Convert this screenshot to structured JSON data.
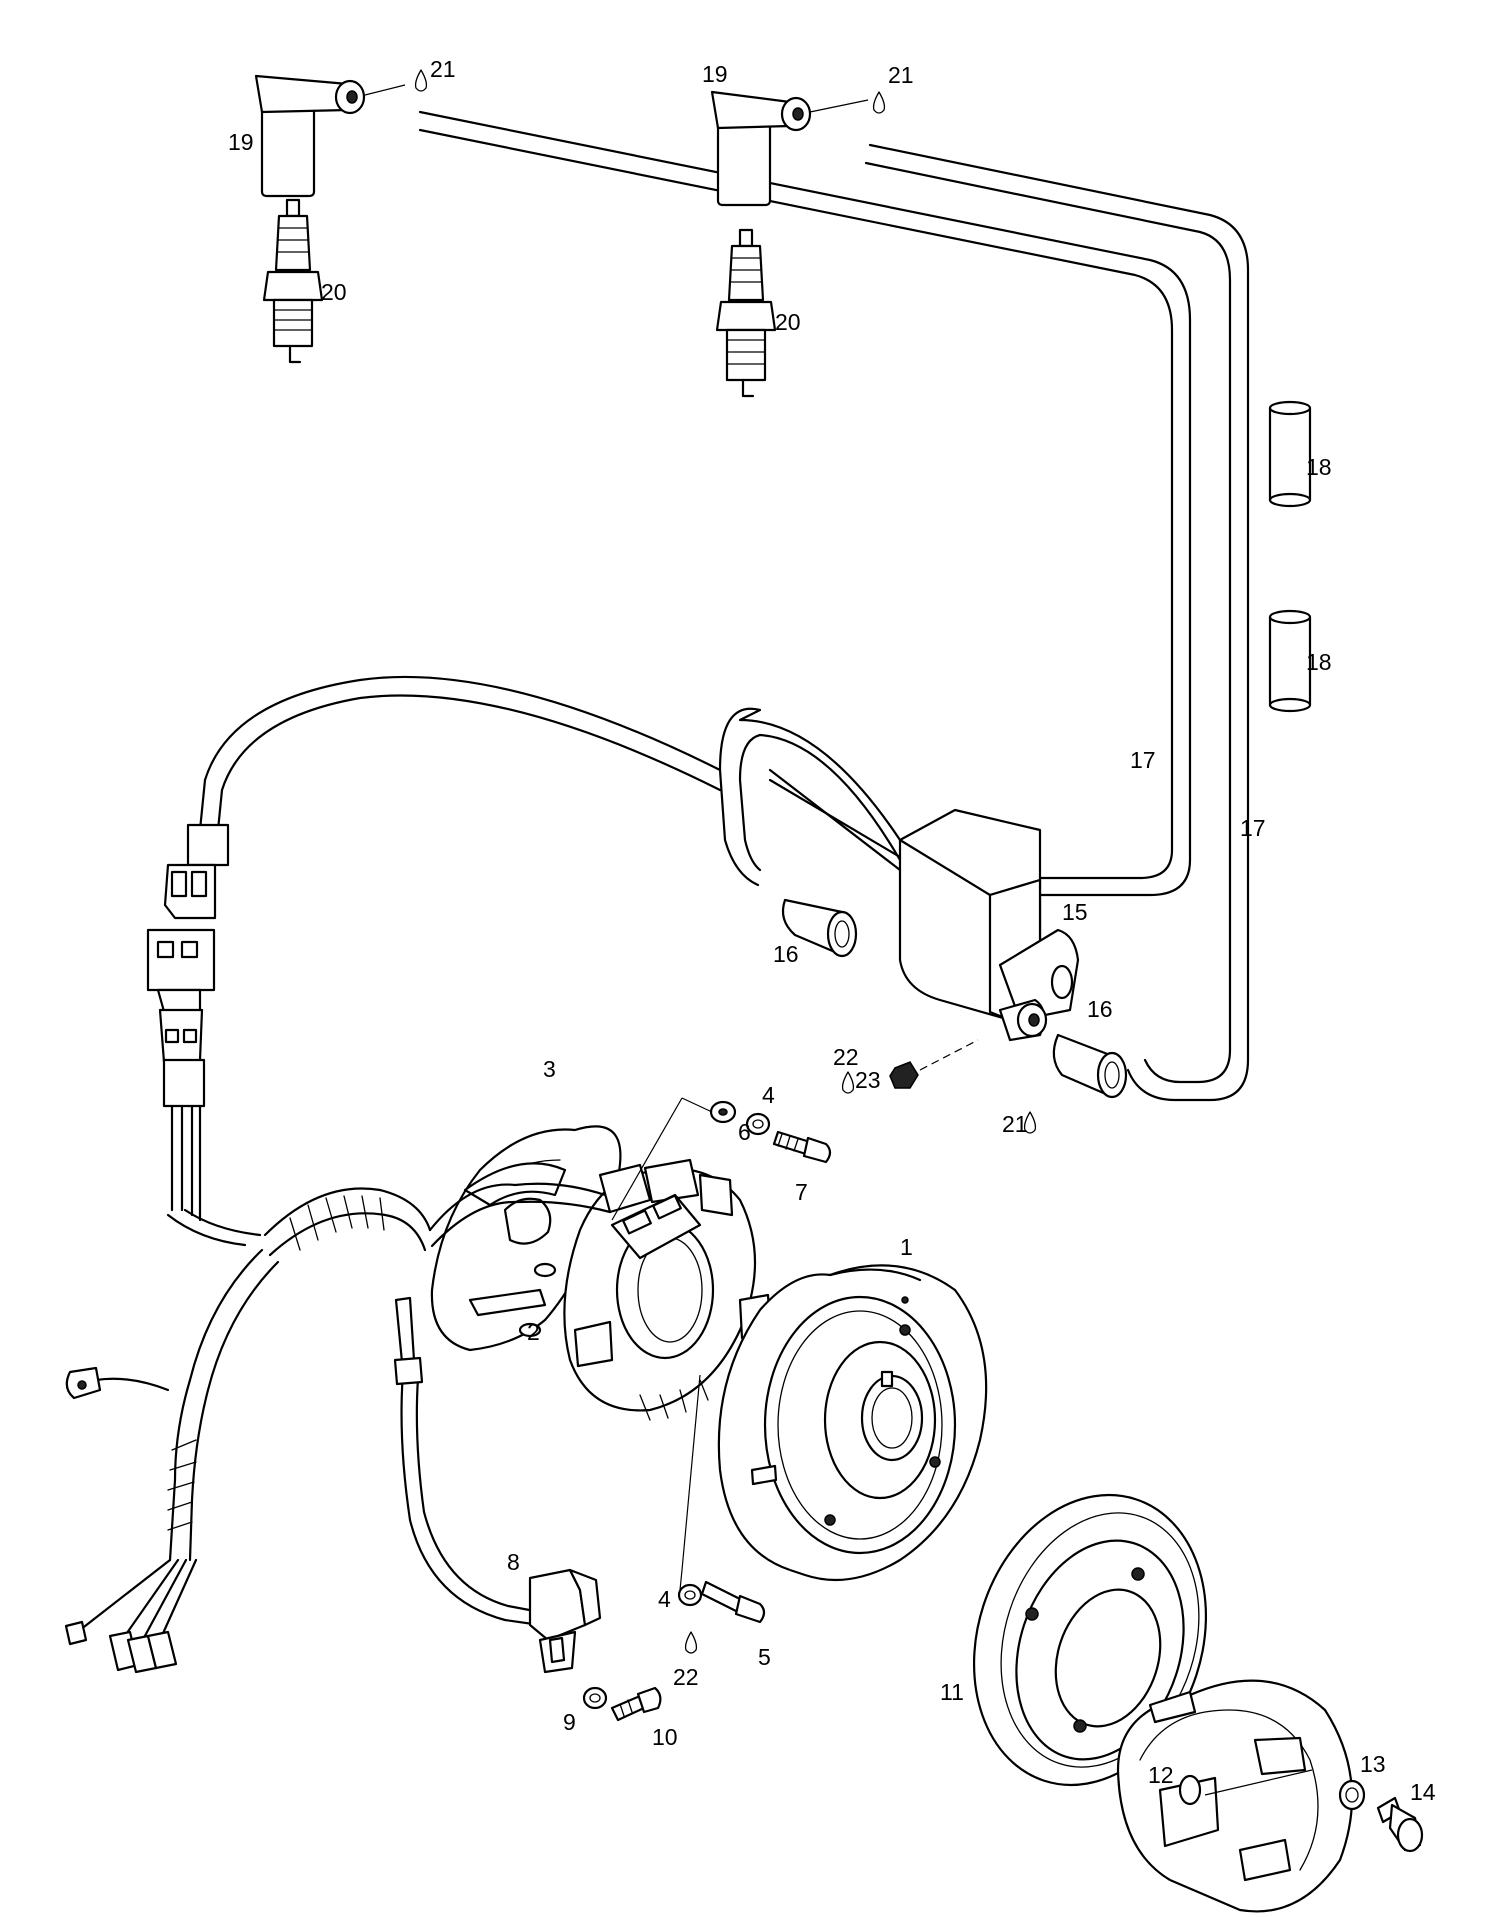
{
  "diagram": {
    "callouts": [
      {
        "id": "1",
        "text": "1"
      },
      {
        "id": "2",
        "text": "2"
      },
      {
        "id": "3",
        "text": "3"
      },
      {
        "id": "4a",
        "text": "4"
      },
      {
        "id": "4b",
        "text": "4"
      },
      {
        "id": "5",
        "text": "5"
      },
      {
        "id": "6",
        "text": "6"
      },
      {
        "id": "7",
        "text": "7"
      },
      {
        "id": "8",
        "text": "8"
      },
      {
        "id": "9",
        "text": "9"
      },
      {
        "id": "10",
        "text": "10"
      },
      {
        "id": "11",
        "text": "11"
      },
      {
        "id": "12",
        "text": "12"
      },
      {
        "id": "13",
        "text": "13"
      },
      {
        "id": "14",
        "text": "14"
      },
      {
        "id": "15",
        "text": "15"
      },
      {
        "id": "16a",
        "text": "16"
      },
      {
        "id": "16b",
        "text": "16"
      },
      {
        "id": "17a",
        "text": "17"
      },
      {
        "id": "17b",
        "text": "17"
      },
      {
        "id": "18a",
        "text": "18"
      },
      {
        "id": "18b",
        "text": "18"
      },
      {
        "id": "19a",
        "text": "19"
      },
      {
        "id": "19b",
        "text": "19"
      },
      {
        "id": "20a",
        "text": "20"
      },
      {
        "id": "20b",
        "text": "20"
      },
      {
        "id": "21a",
        "text": "21"
      },
      {
        "id": "21b",
        "text": "21"
      },
      {
        "id": "21c",
        "text": "21"
      },
      {
        "id": "22a",
        "text": "22"
      },
      {
        "id": "22b",
        "text": "22"
      },
      {
        "id": "23",
        "text": "23"
      }
    ]
  }
}
